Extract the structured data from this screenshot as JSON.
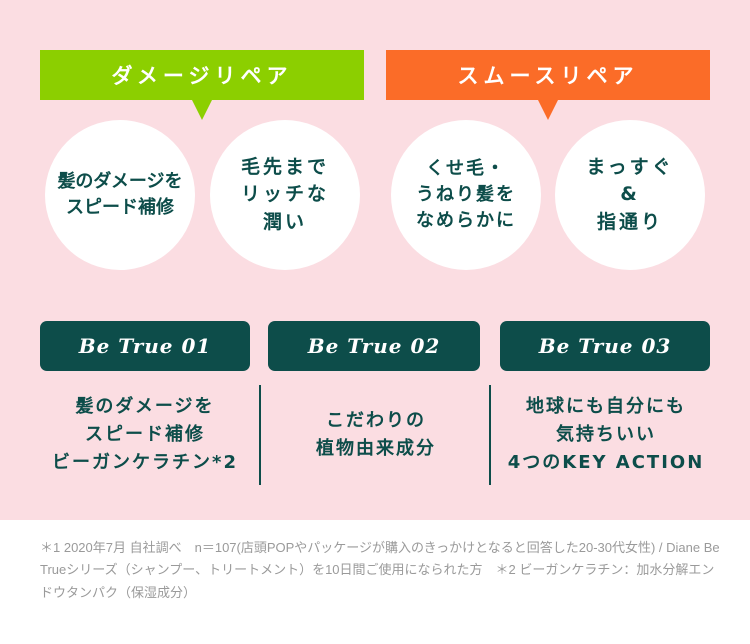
{
  "banners": {
    "damage_repair": "ダメージリペア",
    "smooth_repair": "スムースリペア"
  },
  "circles": {
    "c1": "髪のダメージを\nスピード補修",
    "c2": "毛先まで\nリッチな\n潤い",
    "c3": "くせ毛・\nうねり髪を\nなめらかに",
    "c4": "まっすぐ\n&\n指通り"
  },
  "pills": {
    "p1": "Be True 01",
    "p2": "Be True 02",
    "p3": "Be True 03"
  },
  "descriptions": {
    "d1": "髪のダメージを\nスピード補修\nビーガンケラチン*2",
    "d2": "こだわりの\n植物由来成分",
    "d3": "地球にも自分にも\n気持ちいい\n4つのKEY ACTION"
  },
  "footnote": "＊1 2020年7月 自社調べ　n＝107(店頭POPやパッケージが購入のきっかけとなると回答した20-30代女性) / Diane Be Trueシリーズ（シャンプー、トリートメント）を10日間ご使用になられた方　＊2 ビーガンケラチン：加水分解エンドウタンパク（保湿成分）",
  "colors": {
    "pink_bg": "#fbdde2",
    "green": "#8ccf00",
    "orange": "#fb6c28",
    "teal": "#0d4d4a"
  }
}
